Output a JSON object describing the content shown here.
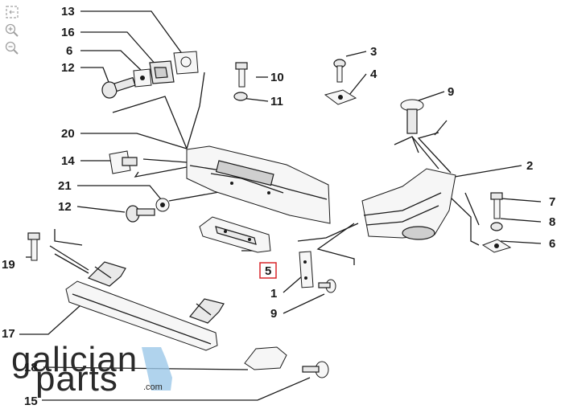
{
  "toolbar": [
    {
      "name": "fit-view-icon"
    },
    {
      "name": "zoom-in-icon"
    },
    {
      "name": "zoom-out-icon"
    }
  ],
  "callouts": {
    "c13": "13",
    "c16": "16",
    "c6a": "6",
    "c12a": "12",
    "c20": "20",
    "c14": "14",
    "c21": "21",
    "c12b": "12",
    "c19": "19",
    "c17": "17",
    "c18": "18",
    "c15": "15",
    "c10": "10",
    "c11": "11",
    "c3": "3",
    "c4": "4",
    "c9a": "9",
    "c2": "2",
    "c7": "7",
    "c8": "8",
    "c6b": "6",
    "c5": "5",
    "c1": "1",
    "c9b": "9"
  },
  "watermark": {
    "line1": "galician",
    "line2": "parts",
    "suffix": ".com"
  },
  "colors": {
    "ink": "#1a1a1a",
    "highlight": "#d9262a",
    "watermark_accent": "#9cc8e8"
  }
}
